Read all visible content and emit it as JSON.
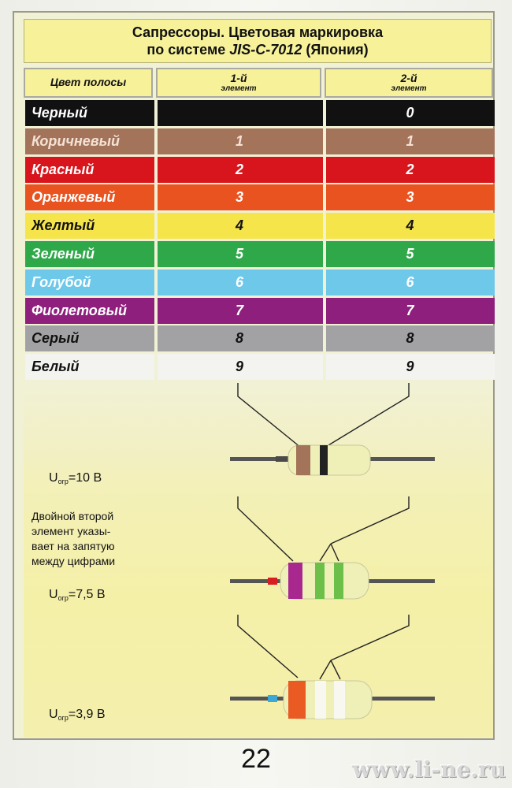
{
  "title": {
    "line1": "Сапрессоры. Цветовая маркировка",
    "line2_prefix": "по системе ",
    "line2_std": "JIS-C-7012",
    "line2_suffix": " (Япония)"
  },
  "header": {
    "color_col": "Цвет полосы",
    "el1_big": "1-й",
    "el1_small": "элемент",
    "el2_big": "2-й",
    "el2_small": "элемент"
  },
  "rows": [
    {
      "name": "Черный",
      "v1": "",
      "v2": "0",
      "bg": "#111111",
      "text": "#ffffff"
    },
    {
      "name": "Коричневый",
      "v1": "1",
      "v2": "1",
      "bg": "#a3735a",
      "text": "#f4e2d6"
    },
    {
      "name": "Красный",
      "v1": "2",
      "v2": "2",
      "bg": "#d8151c",
      "text": "#ffffff"
    },
    {
      "name": "Оранжевый",
      "v1": "3",
      "v2": "3",
      "bg": "#e8531f",
      "text": "#ffffff"
    },
    {
      "name": "Желтый",
      "v1": "4",
      "v2": "4",
      "bg": "#f6e54a",
      "text": "#111111"
    },
    {
      "name": "Зеленый",
      "v1": "5",
      "v2": "5",
      "bg": "#2fa84a",
      "text": "#ffffff"
    },
    {
      "name": "Голубой",
      "v1": "6",
      "v2": "6",
      "bg": "#6ec8ea",
      "text": "#ffffff"
    },
    {
      "name": "Фиолетовый",
      "v1": "7",
      "v2": "7",
      "bg": "#8e1f7c",
      "text": "#ffffff"
    },
    {
      "name": "Серый",
      "v1": "8",
      "v2": "8",
      "bg": "#a2a2a4",
      "text": "#111111"
    },
    {
      "name": "Белый",
      "v1": "9",
      "v2": "9",
      "bg": "#f3f3f0",
      "text": "#111111"
    }
  ],
  "examples": {
    "u_letter": "U",
    "u_sub": "огр",
    "ex1": "=10 В",
    "ex2": "=7,5 В",
    "ex3": "=3,9 В",
    "note_lines": [
      "Двойной второй",
      "элемент указы-",
      "вает на запятую",
      "между цифрами"
    ]
  },
  "page_number": "22",
  "watermark": "www.li-ne.ru"
}
